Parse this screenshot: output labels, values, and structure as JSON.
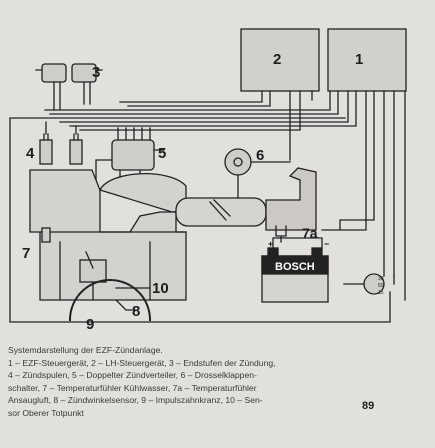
{
  "diagram": {
    "callouts": {
      "c1": "1",
      "c2": "2",
      "c3": "3",
      "c4": "4",
      "c5": "5",
      "c6": "6",
      "c7": "7",
      "c7a": "7a",
      "c8": "8",
      "c9": "9",
      "c10": "10"
    },
    "battery_label": "BOSCH",
    "battery_plus": "+",
    "battery_minus": "−",
    "switch_labels": [
      "30",
      "50",
      "15"
    ]
  },
  "caption": {
    "lines": [
      "Systemdarstellung der EZF-Zündanlage.",
      "1 – EZF-Steuergerät, 2 – LH-Steuergerät, 3 – Endstufen der Zündung,",
      "4 – Zündspulen, 5 – Doppelter Zündverteiler, 6 – Drosselklappen-",
      "schalter, 7 – Temperaturfühler Kühlwasser, 7a – Temperaturfühler",
      "Ansaugluft, 8 – Zündwinkelsensor, 9 – Impulszahnkranz, 10 – Sen-",
      "sor Oberer Totpunkt"
    ]
  },
  "page_number": "89"
}
